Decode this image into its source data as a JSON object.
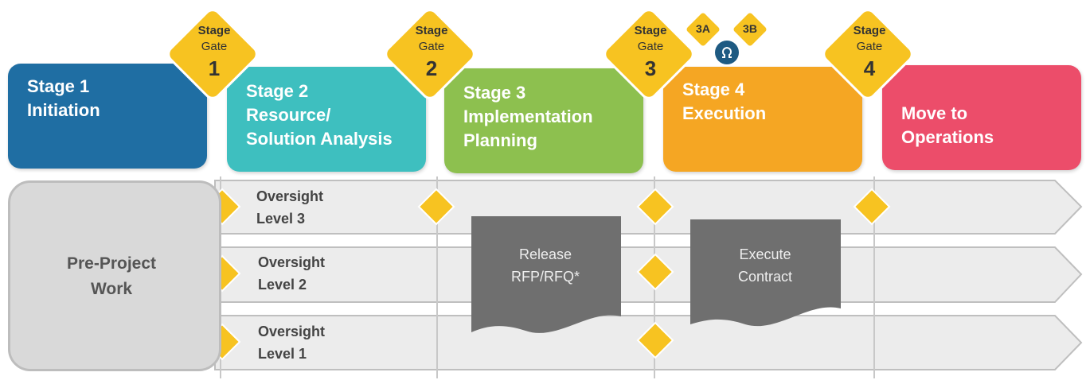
{
  "colors": {
    "stage1": "#1f6ea3",
    "stage2": "#3ebfbf",
    "stage3": "#8dc04f",
    "stage4": "#f5a623",
    "operations": "#ec4d6a",
    "gate": "#f7c321",
    "lane": "#ececec",
    "activity": "#6f6f6f",
    "marker": "#1e5a82"
  },
  "stages": [
    {
      "line1": "Stage 1",
      "line2": "Initiation",
      "line3": ""
    },
    {
      "line1": "Stage 2",
      "line2": "Resource/",
      "line3": "Solution Analysis"
    },
    {
      "line1": "Stage 3",
      "line2": "Implementation",
      "line3": "Planning"
    },
    {
      "line1": "Stage 4",
      "line2": "Execution",
      "line3": ""
    },
    {
      "line1": "Move to",
      "line2": "Operations",
      "line3": ""
    }
  ],
  "gates": [
    {
      "word1": "Stage",
      "word2": "Gate",
      "number": "1"
    },
    {
      "word1": "Stage",
      "word2": "Gate",
      "number": "2"
    },
    {
      "word1": "Stage",
      "word2": "Gate",
      "number": "3"
    },
    {
      "word1": "Stage",
      "word2": "Gate",
      "number": "4"
    }
  ],
  "subgates": [
    "3A",
    "3B"
  ],
  "marker_icon": "omega-icon",
  "lanes": [
    {
      "line1": "Oversight",
      "line2": "Level 3"
    },
    {
      "line1": "Oversight",
      "line2": "Level 2"
    },
    {
      "line1": "Oversight",
      "line2": "Level 1"
    }
  ],
  "pre_project": {
    "line1": "Pre-Project",
    "line2": "Work"
  },
  "activities": [
    {
      "line1": "Release",
      "line2": "RFP/RFQ*"
    },
    {
      "line1": "Execute",
      "line2": "Contract"
    }
  ]
}
